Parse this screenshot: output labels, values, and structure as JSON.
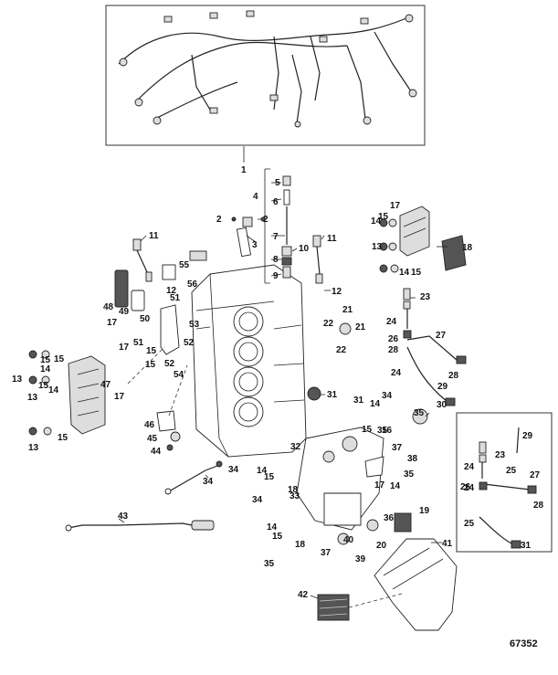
{
  "figure_number": "67352",
  "callouts": [
    {
      "id": "c1",
      "label": "1"
    },
    {
      "id": "c2a",
      "label": "2"
    },
    {
      "id": "c2b",
      "label": "2"
    },
    {
      "id": "c3",
      "label": "3"
    },
    {
      "id": "c4",
      "label": "4"
    },
    {
      "id": "c5",
      "label": "5"
    },
    {
      "id": "c6",
      "label": "6"
    },
    {
      "id": "c7",
      "label": "7"
    },
    {
      "id": "c8",
      "label": "8"
    },
    {
      "id": "c9",
      "label": "9"
    },
    {
      "id": "c10",
      "label": "10"
    },
    {
      "id": "c11a",
      "label": "11"
    },
    {
      "id": "c11b",
      "label": "11"
    },
    {
      "id": "c12a",
      "label": "12"
    },
    {
      "id": "c12b",
      "label": "12"
    },
    {
      "id": "c13a",
      "label": "13"
    },
    {
      "id": "c13b",
      "label": "13"
    },
    {
      "id": "c13c",
      "label": "13"
    },
    {
      "id": "c13d",
      "label": "13"
    },
    {
      "id": "c14a",
      "label": "14"
    },
    {
      "id": "c14b",
      "label": "14"
    },
    {
      "id": "c14c",
      "label": "14"
    },
    {
      "id": "c14d",
      "label": "14"
    },
    {
      "id": "c14e",
      "label": "14"
    },
    {
      "id": "c14f",
      "label": "14"
    },
    {
      "id": "c14g",
      "label": "14"
    },
    {
      "id": "c14h",
      "label": "14"
    },
    {
      "id": "c15a",
      "label": "15"
    },
    {
      "id": "c15b",
      "label": "15"
    },
    {
      "id": "c15c",
      "label": "15"
    },
    {
      "id": "c15d",
      "label": "15"
    },
    {
      "id": "c15e",
      "label": "15"
    },
    {
      "id": "c15f",
      "label": "15"
    },
    {
      "id": "c15g",
      "label": "15"
    },
    {
      "id": "c15h",
      "label": "15"
    },
    {
      "id": "c15i",
      "label": "15"
    },
    {
      "id": "c15j",
      "label": "15"
    },
    {
      "id": "c15k",
      "label": "15"
    },
    {
      "id": "c16",
      "label": "16"
    },
    {
      "id": "c17a",
      "label": "17"
    },
    {
      "id": "c17b",
      "label": "17"
    },
    {
      "id": "c17c",
      "label": "17"
    },
    {
      "id": "c17d",
      "label": "17"
    },
    {
      "id": "c17e",
      "label": "17"
    },
    {
      "id": "c18a",
      "label": "18"
    },
    {
      "id": "c18b",
      "label": "18"
    },
    {
      "id": "c18c",
      "label": "18"
    },
    {
      "id": "c19",
      "label": "19"
    },
    {
      "id": "c20",
      "label": "20"
    },
    {
      "id": "c21a",
      "label": "21"
    },
    {
      "id": "c21b",
      "label": "21"
    },
    {
      "id": "c22a",
      "label": "22"
    },
    {
      "id": "c22b",
      "label": "22"
    },
    {
      "id": "c23a",
      "label": "23"
    },
    {
      "id": "c23b",
      "label": "23"
    },
    {
      "id": "c24a",
      "label": "24"
    },
    {
      "id": "c24b",
      "label": "24"
    },
    {
      "id": "c24c",
      "label": "24"
    },
    {
      "id": "c24d",
      "label": "24"
    },
    {
      "id": "c25a",
      "label": "25"
    },
    {
      "id": "c25b",
      "label": "25"
    },
    {
      "id": "c26a",
      "label": "26"
    },
    {
      "id": "c26b",
      "label": "26"
    },
    {
      "id": "c27a",
      "label": "27"
    },
    {
      "id": "c27b",
      "label": "27"
    },
    {
      "id": "c28a",
      "label": "28"
    },
    {
      "id": "c28b",
      "label": "28"
    },
    {
      "id": "c28c",
      "label": "28"
    },
    {
      "id": "c29a",
      "label": "29"
    },
    {
      "id": "c29b",
      "label": "29"
    },
    {
      "id": "c30",
      "label": "30"
    },
    {
      "id": "c31a",
      "label": "31"
    },
    {
      "id": "c31b",
      "label": "31"
    },
    {
      "id": "c31c",
      "label": "31"
    },
    {
      "id": "c32",
      "label": "32"
    },
    {
      "id": "c33",
      "label": "33"
    },
    {
      "id": "c34a",
      "label": "34"
    },
    {
      "id": "c34b",
      "label": "34"
    },
    {
      "id": "c34c",
      "label": "34"
    },
    {
      "id": "c34d",
      "label": "34"
    },
    {
      "id": "c35a",
      "label": "35"
    },
    {
      "id": "c35b",
      "label": "35"
    },
    {
      "id": "c35c",
      "label": "35"
    },
    {
      "id": "c35d",
      "label": "35"
    },
    {
      "id": "c36",
      "label": "36"
    },
    {
      "id": "c37a",
      "label": "37"
    },
    {
      "id": "c37b",
      "label": "37"
    },
    {
      "id": "c38",
      "label": "38"
    },
    {
      "id": "c39",
      "label": "39"
    },
    {
      "id": "c40",
      "label": "40"
    },
    {
      "id": "c41",
      "label": "41"
    },
    {
      "id": "c42",
      "label": "42"
    },
    {
      "id": "c43",
      "label": "43"
    },
    {
      "id": "c44",
      "label": "44"
    },
    {
      "id": "c45",
      "label": "45"
    },
    {
      "id": "c46",
      "label": "46"
    },
    {
      "id": "c47",
      "label": "47"
    },
    {
      "id": "c48",
      "label": "48"
    },
    {
      "id": "c49",
      "label": "49"
    },
    {
      "id": "c50",
      "label": "50"
    },
    {
      "id": "c51a",
      "label": "51"
    },
    {
      "id": "c51b",
      "label": "51"
    },
    {
      "id": "c52a",
      "label": "52"
    },
    {
      "id": "c52b",
      "label": "52"
    },
    {
      "id": "c53",
      "label": "53"
    },
    {
      "id": "c54",
      "label": "54"
    },
    {
      "id": "c55",
      "label": "55"
    },
    {
      "id": "c56",
      "label": "56"
    }
  ]
}
